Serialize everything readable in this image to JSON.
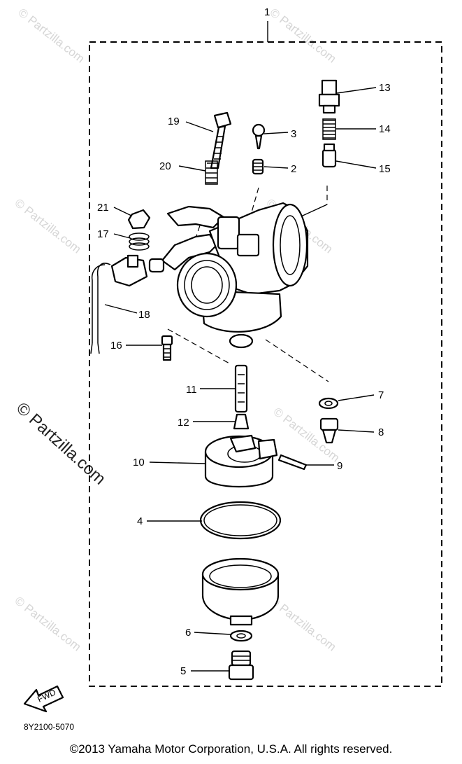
{
  "watermark": "© Partzilla.com",
  "diagram_code": "8Y2100-5070",
  "fwd_label": "FWD",
  "copyright": "©2013  Yamaha Motor Corporation, U.S.A. All rights reserved.",
  "callouts": {
    "c1": "1",
    "c2": "2",
    "c3": "3",
    "c4": "4",
    "c5": "5",
    "c6": "6",
    "c7": "7",
    "c8": "8",
    "c9": "9",
    "c10": "10",
    "c11": "11",
    "c12": "12",
    "c13": "13",
    "c14": "14",
    "c15": "15",
    "c16": "16",
    "c17": "17",
    "c18": "18",
    "c19": "19",
    "c20": "20",
    "c21": "21"
  }
}
